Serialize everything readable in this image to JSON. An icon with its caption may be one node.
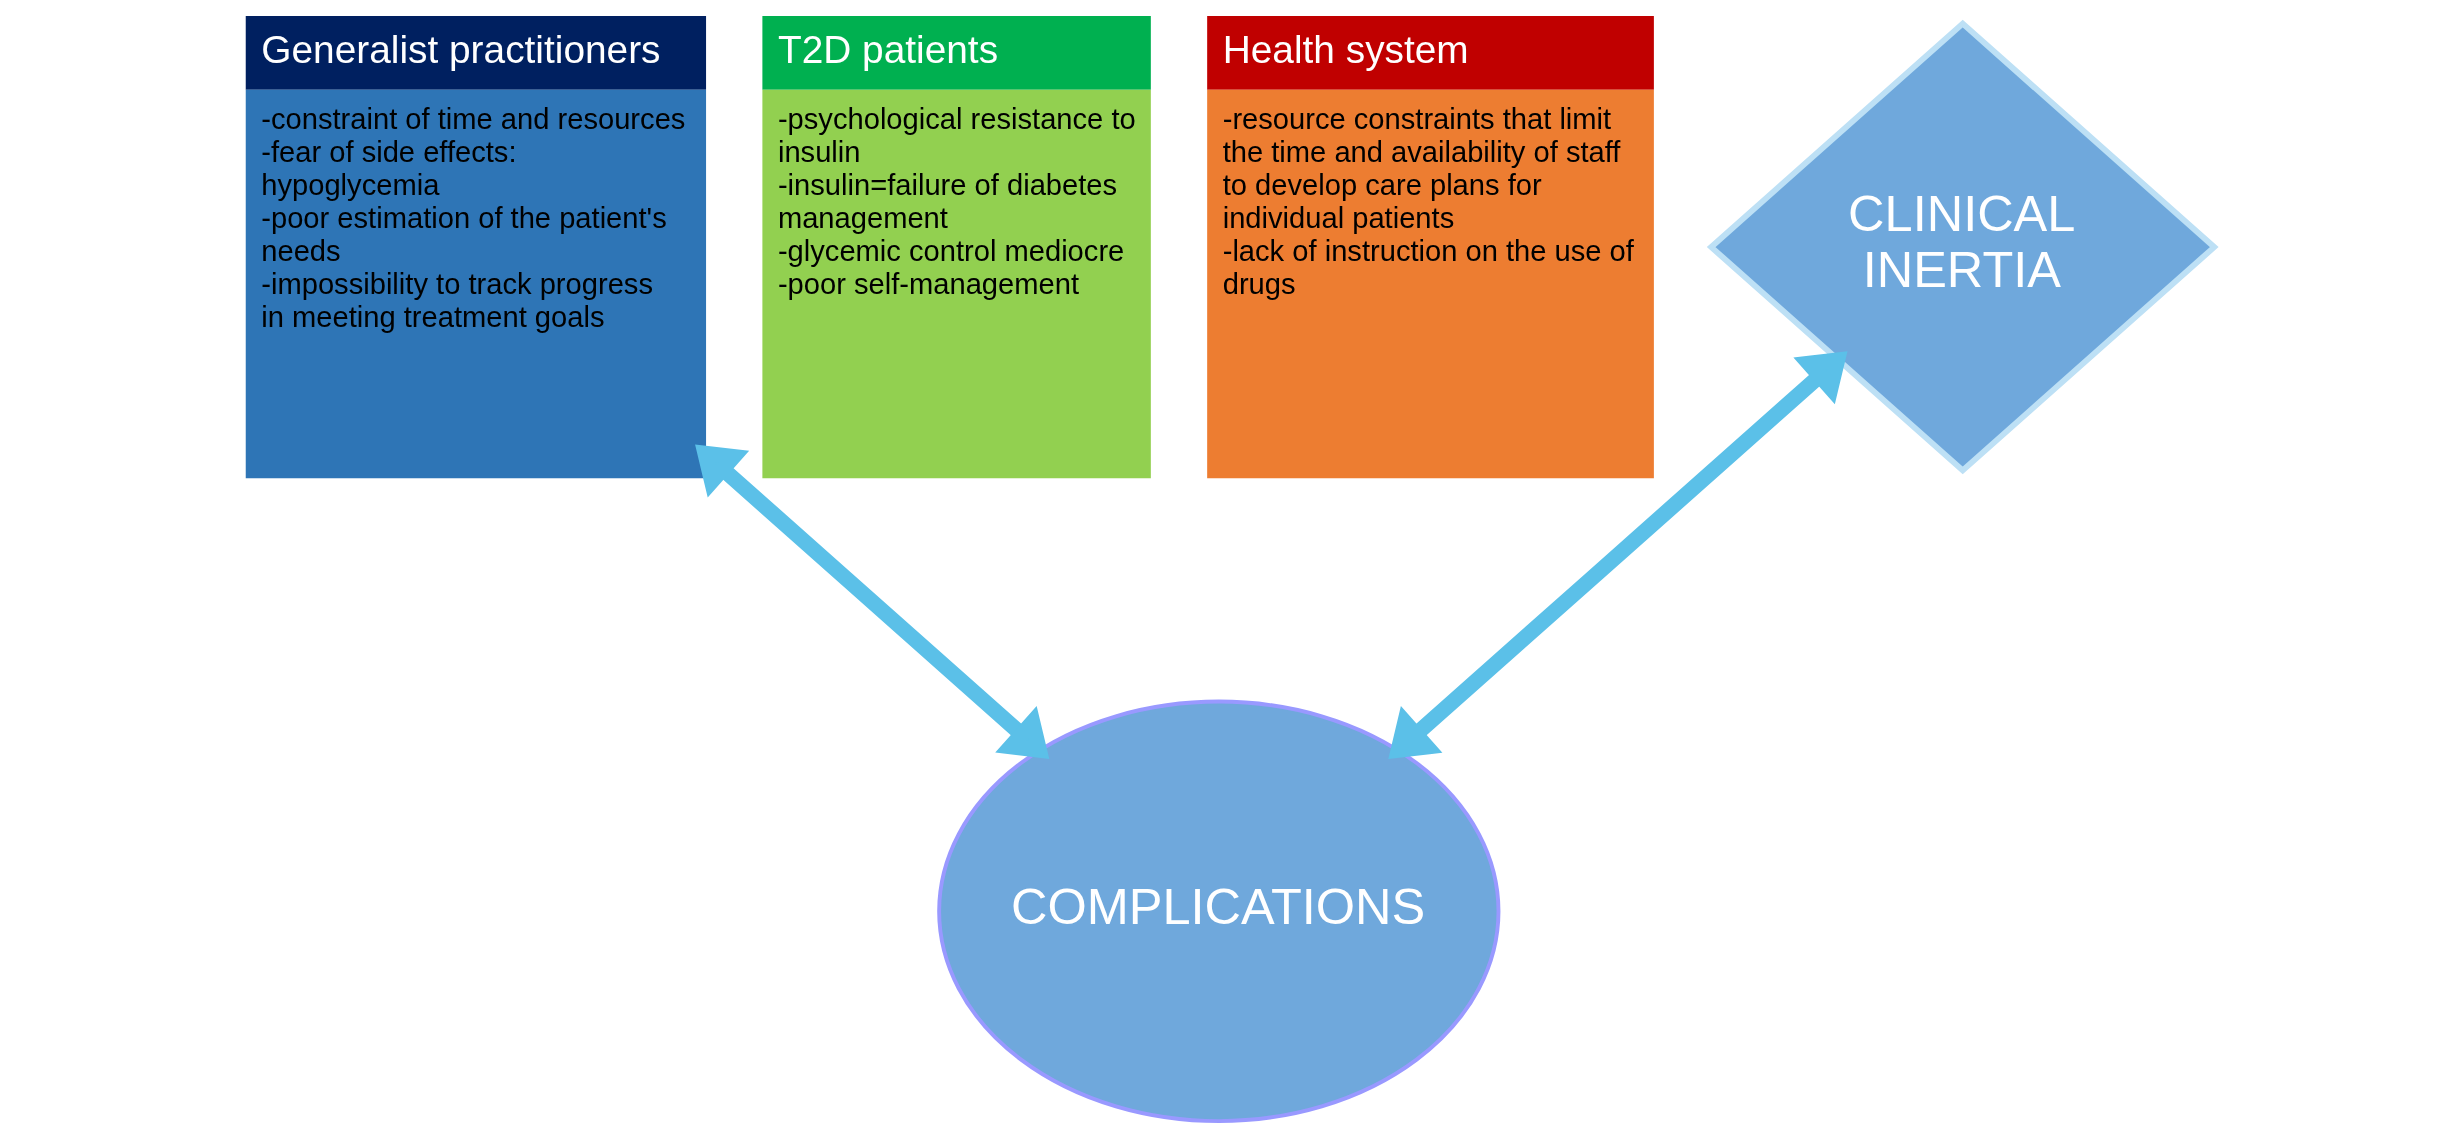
{
  "diagram": {
    "nodes": [
      {
        "text": [
          "Generalist practitioners",
          "-constraint of time and resources",
          "-fear of side effects: hypoglycemia",
          "-poor estimation of the patient's needs",
          "-impossibility to track progress in meeting treatment goals"
        ]
      },
      {
        "text": [
          "T2D patients",
          "-psychological resistance to insulin",
          "-insulin=failure of diabetes management",
          "-glycemic control mediocre",
          "-poor self-management"
        ]
      },
      {
        "text": [
          "Health system",
          "-resource constraints that limit the time and availability of staff to develop care plans for individual patients",
          "-lack of instruction on the use of drugs"
        ]
      },
      {
        "text": [
          "CLINICAL INERTIA"
        ]
      },
      {
        "text": [
          "COMPLICATIONS"
        ]
      }
    ],
    "edges": [
      {
        "from": 0,
        "to": 4,
        "arrow": "both"
      },
      {
        "from": 4,
        "to": 3,
        "arrow": "both"
      }
    ]
  }
}
